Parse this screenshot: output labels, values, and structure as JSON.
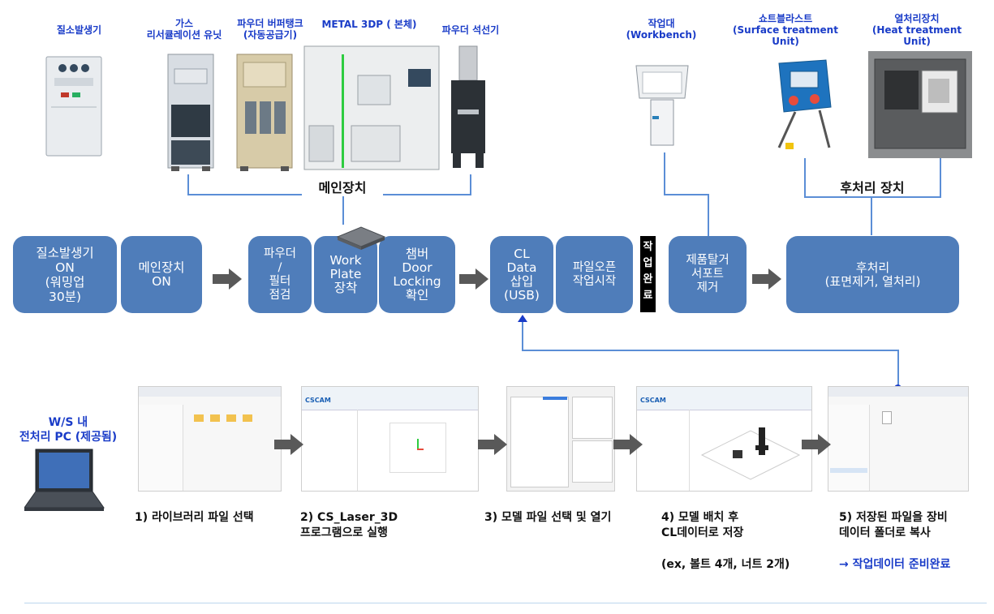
{
  "equipment": {
    "nitrogen": "질소발생기",
    "gas_recycle": "가스\n리서큘레이션 유닛",
    "powder_buffer": "파우더 버퍼탱크\n(자동공급기)",
    "metal3dp": "METAL 3DP ( 본체)",
    "powder_separator": "파우더 석선기",
    "workbench": "작업대\n(Workbench)",
    "shot_blast": "쇼트블라스트\n(Surface treatment\nUnit)",
    "heat_treatment": "열처리장치\n(Heat treatment\nUnit)"
  },
  "group_labels": {
    "main": "메인장치",
    "post": "후처리 장치"
  },
  "flow": {
    "b1": "질소발생기\nON\n(워밍업\n30분)",
    "b2": "메인장치\nON",
    "b3": "파우더\n/\n필터\n점검",
    "b4": "Work\nPlate\n장착",
    "b5": "챔버\nDoor\nLocking\n확인",
    "b6": "CL\nData\n삽입\n(USB)",
    "b7": "파일오픈\n작업시작",
    "done": "작\n업\n완\n료",
    "b8": "제품탈거\n서포트\n제거",
    "b9": "후처리\n(표면제거, 열처리)"
  },
  "pc_label": "W/S 내\n전처리 PC (제공됨)",
  "steps": {
    "s1": "1) 라이브러리 파일 선택",
    "s2": "2) CS_Laser_3D\n프로그램으로 실행",
    "s3": "3) 모델 파일 선택 및 열기",
    "s4": "4) 모델 배치 후\nCL데이터로 저장",
    "s4_note": "(ex, 볼트 4개, 너트 2개)",
    "s5": "5) 저장된 파일을 장비\n데이터 폴더로 복사",
    "s5_note": "→ 작업데이터 준비완료"
  },
  "screens": {
    "cscam": "CSCAM"
  },
  "colors": {
    "box": "#4f7dba",
    "label_blue": "#1a3cc8",
    "arrow": "#595959",
    "line": "#5b8ed6"
  }
}
